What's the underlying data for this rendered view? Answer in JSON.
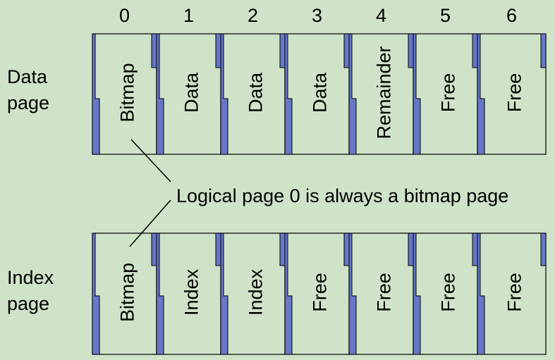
{
  "column_numbers": [
    "0",
    "1",
    "2",
    "3",
    "4",
    "5",
    "6"
  ],
  "data_row": {
    "label_line1": "Data",
    "label_line2": "page",
    "pages": [
      "Bitmap",
      "Data",
      "Data",
      "Data",
      "Remainder",
      "Free",
      "Free"
    ]
  },
  "index_row": {
    "label_line1": "Index",
    "label_line2": "page",
    "pages": [
      "Bitmap",
      "Index",
      "Index",
      "Free",
      "Free",
      "Free",
      "Free"
    ]
  },
  "annotation": "Logical page 0 is always a bitmap page",
  "colors": {
    "background": "#cfe3c9",
    "page_fill": "#cfe3c9",
    "stripe_fill": "#6677c8",
    "outline": "#000000"
  }
}
